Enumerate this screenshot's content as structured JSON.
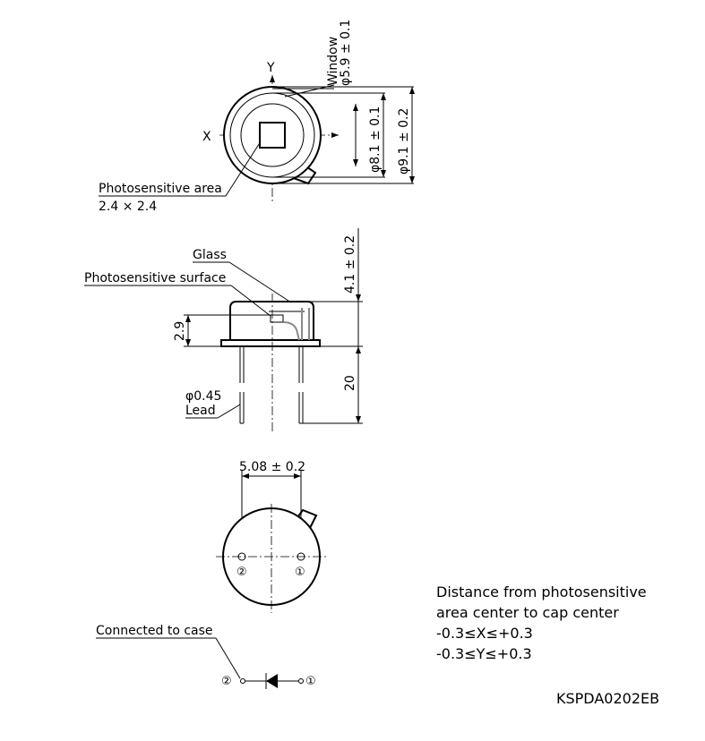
{
  "top_view": {
    "axis_y": "Y",
    "axis_x": "X",
    "window_label": "Window",
    "window_dim": "φ5.9 ± 0.1",
    "dim_cap": "φ8.1 ± 0.1",
    "dim_flange": "φ9.1 ± 0.2",
    "area_label": "Photosensitive area",
    "area_value": "2.4 × 2.4"
  },
  "side_view": {
    "glass_label": "Glass",
    "surface_label": "Photosensitive surface",
    "dim_height": "4.1 ± 0.2",
    "dim_surface": "2.9",
    "dim_lead_len": "20",
    "lead_dia": "φ0.45",
    "lead_label": "Lead"
  },
  "bottom_view": {
    "pitch": "5.08 ± 0.2",
    "pin2": "②",
    "pin1": "①"
  },
  "circuit": {
    "case_label": "Connected to case",
    "pin2": "②",
    "pin1": "①"
  },
  "notes": {
    "line1": "Distance from photosensitive",
    "line2": "area center to cap center",
    "line3": "-0.3≤X≤+0.3",
    "line4": "-0.3≤Y≤+0.3"
  },
  "drawing_code": "KSPDA0202EB"
}
